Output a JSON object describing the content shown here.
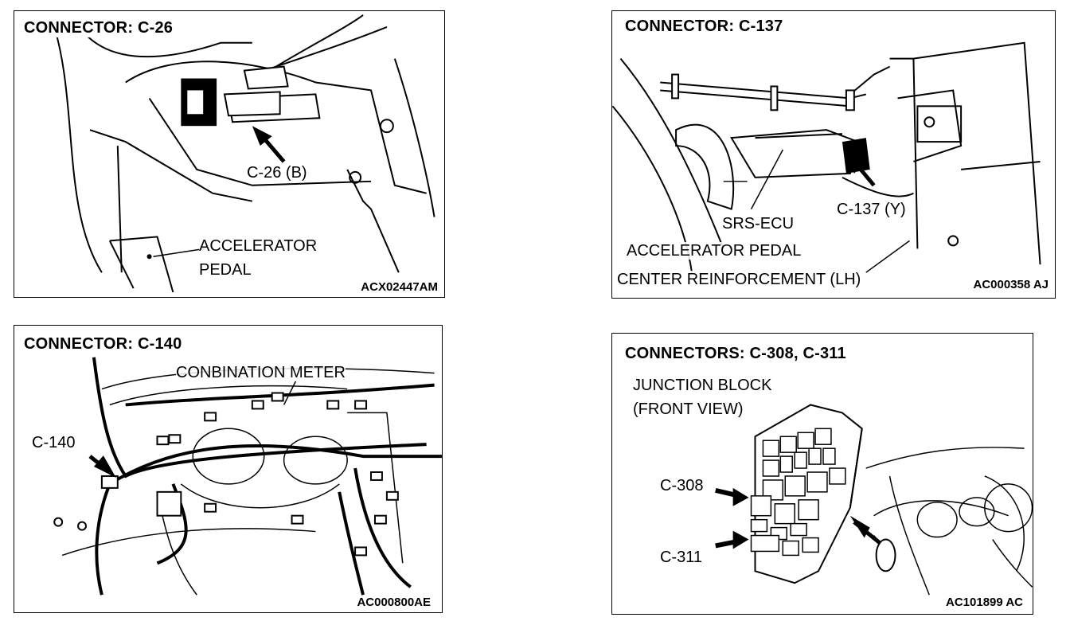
{
  "panels": {
    "c26": {
      "title": "CONNECTOR: C-26",
      "connector_label": "C-26 (B)",
      "pedal_label_1": "ACCELERATOR",
      "pedal_label_2": "PEDAL",
      "figure_code": "ACX02447AM"
    },
    "c137": {
      "title": "CONNECTOR: C-137",
      "ecu_label": "SRS-ECU",
      "connector_label": "C-137 (Y)",
      "pedal_label": "ACCELERATOR PEDAL",
      "reinforcement_label": "CENTER REINFORCEMENT (LH)",
      "figure_code": "AC000358 AJ"
    },
    "c140": {
      "title": "CONNECTOR: C-140",
      "meter_label": "CONBINATION METER",
      "connector_label": "C-140",
      "figure_code": "AC000800AE"
    },
    "c308": {
      "title": "CONNECTORS: C-308, C-311",
      "block_label_1": "JUNCTION BLOCK",
      "block_label_2": "(FRONT VIEW)",
      "connector_label_a": "C-308",
      "connector_label_b": "C-311",
      "figure_code": "AC101899 AC"
    }
  }
}
